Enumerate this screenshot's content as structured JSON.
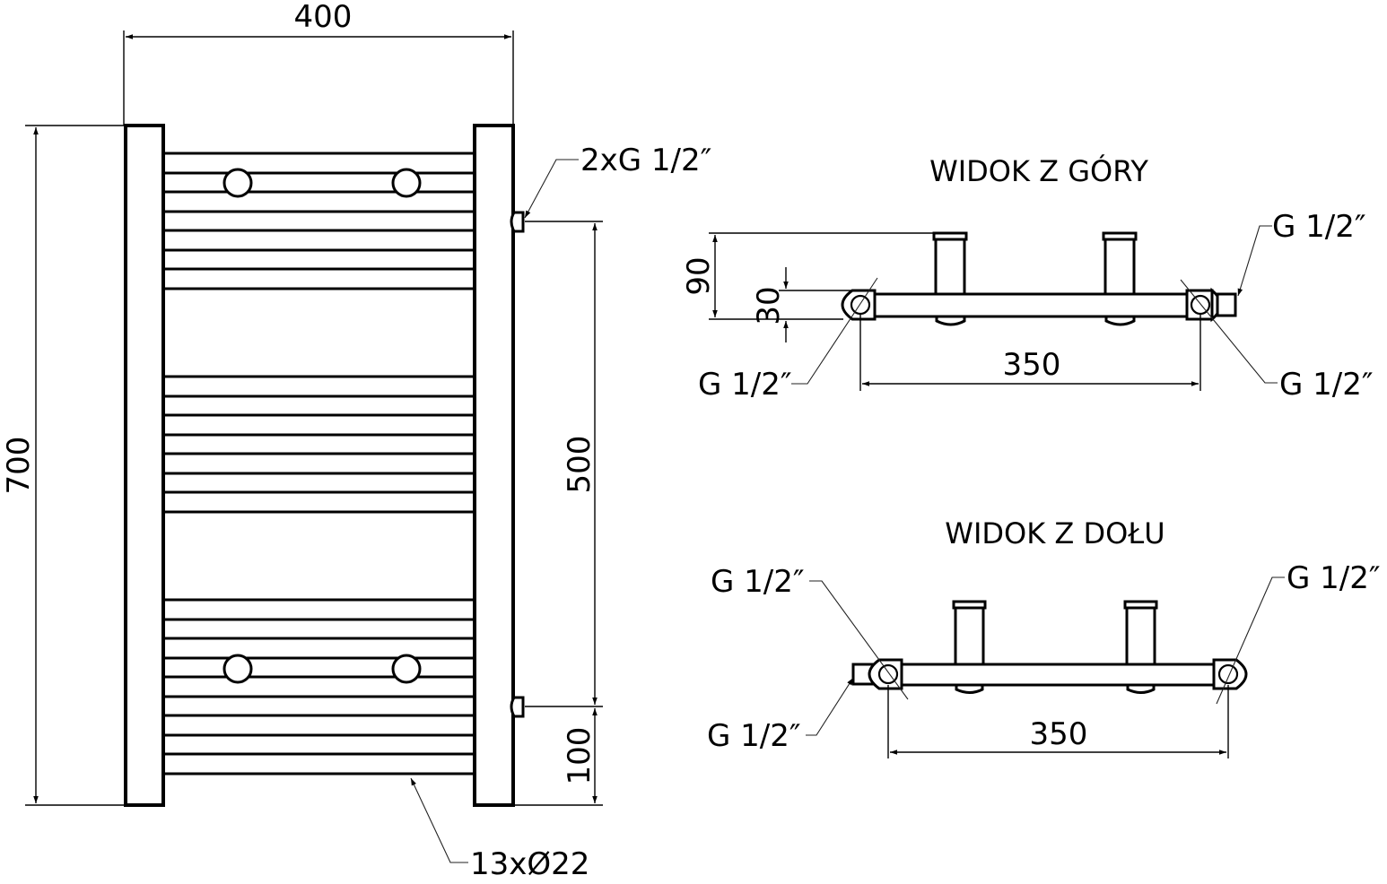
{
  "drawing": {
    "front_view": {
      "width_label": "400",
      "height_label": "700",
      "axis_spacing_label": "500",
      "bottom_offset_label": "100",
      "connection_label": "2xG 1/2″",
      "tubes_label": "13xØ22",
      "tube_count": 13,
      "tube_groups": [
        4,
        4,
        5
      ]
    },
    "top_view": {
      "title": "WIDOK Z GÓRY",
      "depth_label": "90",
      "collector_label": "30",
      "spacing_label": "350",
      "left_port_label": "G 1/2″",
      "right_top_port_label": "G 1/2″",
      "right_bottom_port_label": "G 1/2″"
    },
    "bottom_view": {
      "title": "WIDOK Z DOŁU",
      "spacing_label": "350",
      "left_top_port_label": "G 1/2″",
      "left_bottom_port_label": "G 1/2″",
      "right_port_label": "G 1/2″"
    }
  }
}
